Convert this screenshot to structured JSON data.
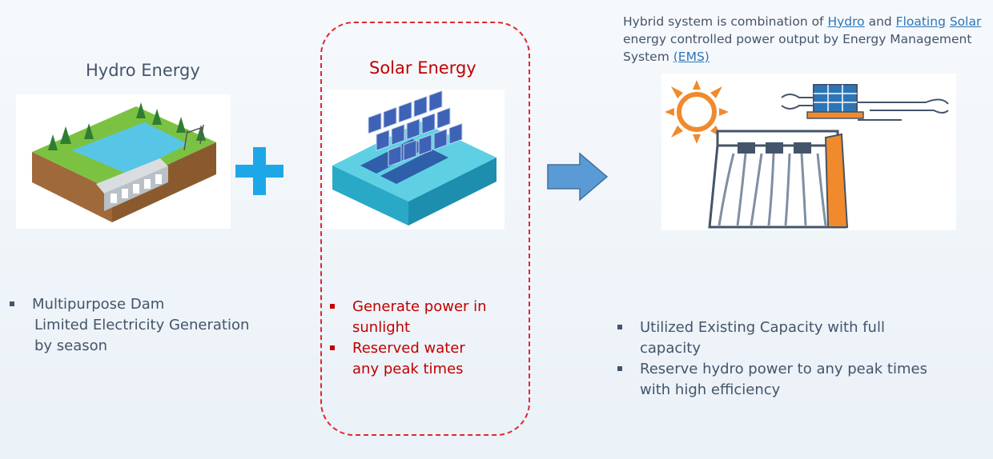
{
  "hydro": {
    "title": "Hydro Energy",
    "bullet_1": "Multipurpose Dam",
    "bullet_1_cont_a": "Limited Electricity Generation",
    "bullet_1_cont_b": "by season"
  },
  "solar": {
    "title": "Solar Energy",
    "bullets": [
      {
        "line1": "Generate power in",
        "line2": "sunlight"
      },
      {
        "line1": "Reserved water",
        "line2": "any peak times"
      }
    ]
  },
  "hybrid": {
    "desc_1": "Hybrid system is combination of ",
    "link_hydro": "Hydro",
    "desc_2": " and ",
    "link_floating": "Floating",
    "link_solar": "Solar",
    "desc_3": " energy controlled power output by Energy Management System ",
    "link_ems": "(EMS)",
    "bullets": [
      {
        "line1": "Utilized Existing Capacity with full",
        "line2": "capacity"
      },
      {
        "line1": "Reserve hydro power to any peak times",
        "line2": "with high efficiency"
      }
    ]
  },
  "icons": {
    "plus": "plus-icon",
    "arrow": "right-arrow-icon",
    "hydro": "hydro-dam-illustration",
    "solar": "floating-solar-illustration",
    "hybrid": "hybrid-dam-solar-illustration"
  },
  "colors": {
    "plus": "#1ea7e8",
    "arrow": "#5b9bd5",
    "solar_accent": "#c00000",
    "dashed_border": "#e0282e",
    "text": "#44546a",
    "sun": "#f08a2c"
  }
}
